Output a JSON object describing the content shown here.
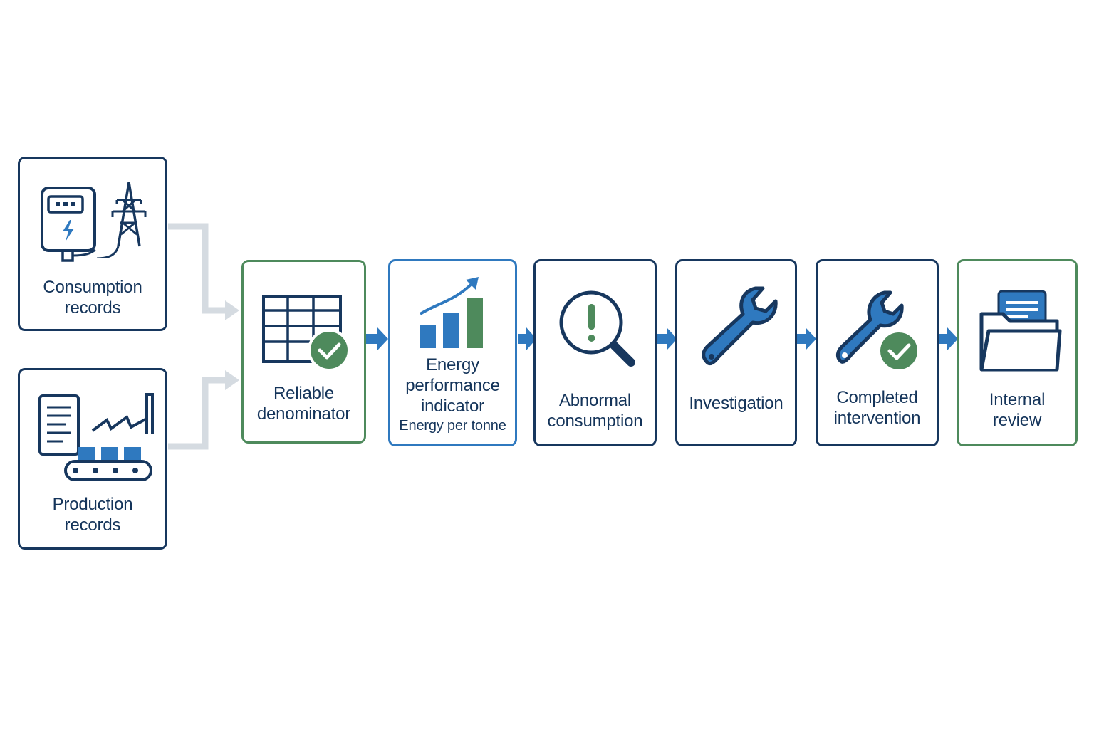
{
  "colors": {
    "navy": "#17375e",
    "text": "#14345a",
    "blue": "#2f79bf",
    "green": "#4e8a5c",
    "gray_connector": "#d5dbe1"
  },
  "sources": [
    {
      "id": "consumption",
      "lines": [
        "Consumption",
        "records"
      ],
      "icons": [
        "energy-meter-icon",
        "power-pylon-icon"
      ]
    },
    {
      "id": "production",
      "lines": [
        "Production",
        "records"
      ],
      "icons": [
        "document-icon",
        "factory-conveyor-icon"
      ]
    }
  ],
  "steps": [
    {
      "id": "reliable-denominator",
      "lines": [
        "Reliable",
        "denominator"
      ],
      "border": "green",
      "icon": "table-check-icon"
    },
    {
      "id": "energy-performance-indicator",
      "lines": [
        "Energy",
        "performance",
        "indicator"
      ],
      "subtext": "Energy per tonne",
      "border": "blue",
      "icon": "bar-chart-trend-icon"
    },
    {
      "id": "abnormal-consumption",
      "lines": [
        "Abnormal",
        "consumption"
      ],
      "border": "navy",
      "icon": "magnifier-alert-icon"
    },
    {
      "id": "investigation",
      "lines": [
        "Investigation"
      ],
      "border": "navy",
      "icon": "wrench-icon"
    },
    {
      "id": "completed-intervention",
      "lines": [
        "Completed",
        "intervention"
      ],
      "border": "navy",
      "icon": "wrench-check-icon"
    },
    {
      "id": "internal-review",
      "lines": [
        "Internal",
        "review"
      ],
      "border": "green",
      "icon": "folder-document-icon"
    }
  ]
}
